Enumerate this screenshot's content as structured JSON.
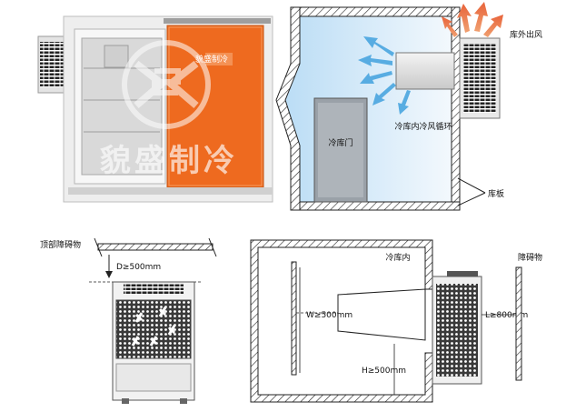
{
  "photo": {
    "door_sign": "貌盛制冷",
    "watermark": "貌盛制冷"
  },
  "cold_room_diagram": {
    "outside_exhaust_label": "库外出风",
    "inside_circulation_label": "冷库内冷风循环",
    "door_label": "冷库门",
    "panel_label": "库板"
  },
  "side_view": {
    "ceiling_obstacle_label": "顶部障碍物",
    "clearance_label": "D≥500mm"
  },
  "top_view": {
    "interior_label": "冷库内",
    "obstacle_label": "障碍物",
    "width_clearance": "W≥500mm",
    "height_clearance": "H≥500mm",
    "length_clearance": "L≥800mm"
  },
  "colors": {
    "door_orange": "#ee6a1f",
    "cold_blue": "#cfe6f7",
    "airflow_blue": "#4aa6e0",
    "exhaust_red": "#e8633a"
  }
}
